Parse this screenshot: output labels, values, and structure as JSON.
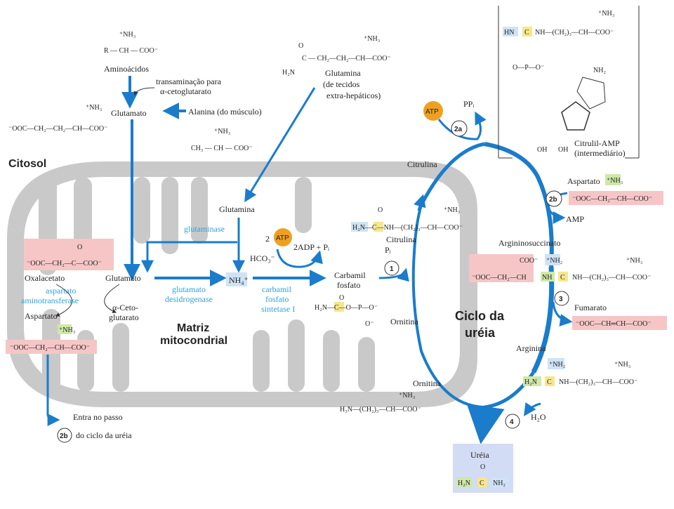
{
  "regions": {
    "cytosol": "Citosol",
    "matrix_line1": "Matriz",
    "matrix_line2": "mitocondrial",
    "cycle_line1": "Ciclo da",
    "cycle_line2": "uréia"
  },
  "labels": {
    "aminoacids": "Aminoácidos",
    "transamination_1": "transaminação para",
    "transamination_2": "α-cetoglutarato",
    "glutamate_cyto": "Glutamato",
    "alanine": "Alanina (do músculo)",
    "glutamine_top_1": "Glutamina",
    "glutamine_top_2": "(de tecidos",
    "glutamine_top_3": "extra-hepáticos)",
    "glutamine_matrix": "Glutamina",
    "glutamate_matrix": "Glutamato",
    "oxaloacetate": "Oxalacetato",
    "aspartate_left": "Aspartato",
    "alpha_ketoglutarate_1": "α-Ceto-",
    "alpha_ketoglutarate_2": "glutarato",
    "bicarbonate": "HCO₃⁻",
    "ammonium": "NH₄⁺",
    "adp_pi": "2ADP + Pᵢ",
    "two": "2",
    "atp": "ATP",
    "carbamoyl_1": "Carbamil",
    "carbamoyl_2": "fosfato",
    "citrulline_top": "Citrulina",
    "citrulline_mid": "Citrulina",
    "ornithine_mid": "Ornitina",
    "ornithine_bottom": "Ornitina",
    "pi": "Pᵢ",
    "ppi": "PPᵢ",
    "aspartate_right": "Aspartato",
    "amp": "AMP",
    "argininosuccinate": "Argininosuccinato",
    "fumarate": "Fumarato",
    "arginine": "Arginina",
    "h2o": "H₂O",
    "urea": "Uréia",
    "citrulyl_amp_1": "Citrulil-AMP",
    "citrulyl_amp_2": "(intermediário)",
    "enter_step_1": "Entra no passo",
    "enter_step_2": "do ciclo da uréia"
  },
  "enzymes": {
    "glutaminase": "glutaminase",
    "glutamate_dh_1": "glutamato",
    "glutamate_dh_2": "desidrogenase",
    "ast_1": "aspartato",
    "ast_2": "aminotransferase",
    "cps_1": "carbamil",
    "cps_2": "fosfato",
    "cps_3": "sintetase I"
  },
  "steps": {
    "s1": "1",
    "s2a": "2a",
    "s2b": "2b",
    "s2b_ref": "2b",
    "s3": "3",
    "s4": "4"
  },
  "formulas": {
    "aa_nh3": "⁺NH₃",
    "aa_chain": "R — CH — COO⁻",
    "glu_nh3": "⁺NH₃",
    "glu_chain": "⁻OOC—CH₂—CH₂—CH—COO⁻",
    "ala_nh3": "⁺NH₃",
    "ala_chain": "CH₃ — CH — COO⁻",
    "gln_o": "O",
    "gln_nh3": "⁺NH₃",
    "gln_chain": "C — CH₂—CH₂—CH—COO⁻",
    "gln_h2n": "H₂N",
    "oaa_o": "O",
    "oaa_chain": "⁻OOC—CH₂—C—COO⁻",
    "asp_nh3": "⁺NH₃",
    "asp_chain": "⁻OOC—CH₂—CH—COO⁻",
    "cit_o": "O",
    "cit_chain": "H₂N—C—NH—(CH₂)₃—CH—COO⁻",
    "cit_nh3": "⁺NH₃",
    "cp_o": "O",
    "cp_chain": "H₂N—C—O—P—O⁻",
    "cp_o2": "O⁻",
    "amp_hn": "HN",
    "amp_c": "C",
    "amp_chain": "NH—(CH₂)₃—CH—COO⁻",
    "amp_nh3": "⁺NH₃",
    "amp_p": "O—P—O⁻",
    "amp_nh2": "NH₂",
    "amp_oh1": "OH",
    "amp_oh2": "OH",
    "aspr_nh3": "⁺NH₃",
    "aspr_chain": "⁻OOC—CH₂—CH—COO⁻",
    "as_coo": "COO⁻",
    "as_nh2": "⁺NH₂",
    "as_nh3": "⁺NH₃",
    "as_chain_left": "⁻OOC—CH₂—CH",
    "as_nh": "NH",
    "as_c": "C",
    "as_chain_right": "NH—(CH₂)₃—CH—COO⁻",
    "fum_chain": "⁻OOC—CH═CH—COO⁻",
    "arg_nh2": "⁺NH₂",
    "arg_nh3": "⁺NH₃",
    "arg_h2n": "H₂N",
    "arg_c": "C",
    "arg_chain": "NH—(CH₂)₃—CH—COO⁻",
    "orn_nh3": "⁺NH₃",
    "orn_chain": "H₃N—(CH₂)₃—CH—COO⁻",
    "urea_o": "O",
    "urea_h2n": "H₂N",
    "urea_c": "C",
    "urea_nh2": "NH₂"
  },
  "colors": {
    "arrow_blue": "#1a7ccb",
    "enzyme_blue": "#2aa3de",
    "membrane_gray": "#c9c9c9",
    "matrix_white": "#ffffff",
    "atp_orange": "#f0a020",
    "highlight_pink": "#f6c6c6",
    "highlight_green": "#cfe8a8",
    "highlight_blue": "#cfe3f5",
    "highlight_yellow": "#f6e68c",
    "urea_box": "#d3dcf5"
  }
}
